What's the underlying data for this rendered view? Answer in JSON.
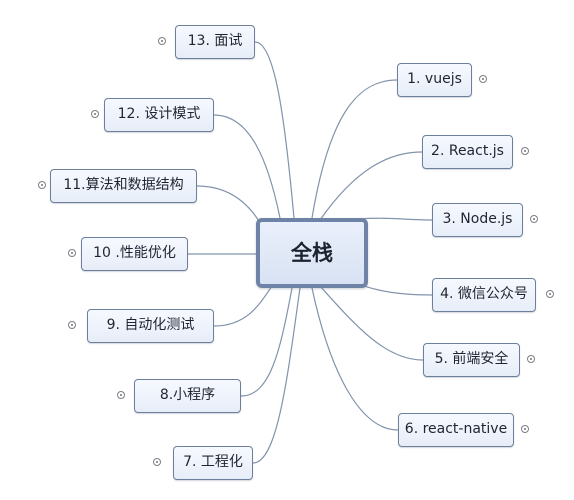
{
  "center": {
    "label": "全栈"
  },
  "topics": {
    "t1": "1. vuejs",
    "t2": "2. React.js",
    "t3": "3. Node.js",
    "t4": "4. 微信公众号",
    "t5": "5. 前端安全",
    "t6": "6. react-native",
    "t7": "7. 工程化",
    "t8": "8.小程序",
    "t9": "9. 自动化测试",
    "t10": "10 .性能优化",
    "t11": "11.算法和数据结构",
    "t12": "12. 设计模式",
    "t13": "13. 面试"
  }
}
